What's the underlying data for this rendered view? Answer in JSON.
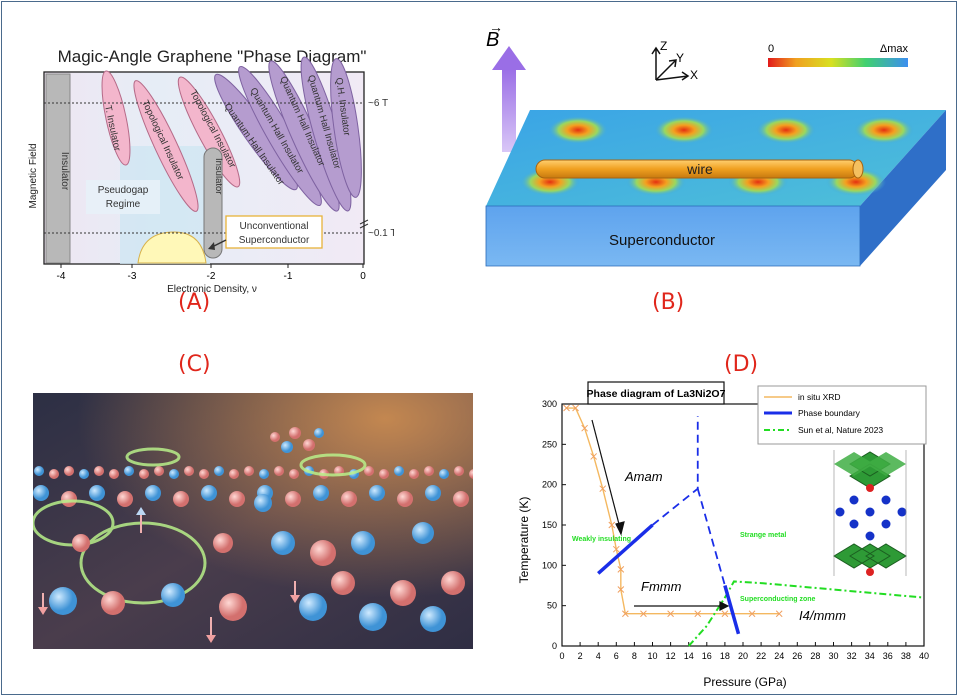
{
  "panel_a": {
    "caption": "(A)",
    "title": "Magic-Angle Graphene \"Phase Diagram\"",
    "ylabel": "Magnetic Field",
    "xlabel": "Electronic Density, ν",
    "xticks": [
      "-4",
      "-3",
      "-2",
      "-1",
      "0"
    ],
    "right_ticks": [
      "~6 T",
      "~0.1 T"
    ],
    "regions": {
      "insulator_left": "Insulator",
      "t_insulator": "T. Insulator",
      "topo1": "Topological Insulator",
      "topo2": "Topological Insulator",
      "qh1": "Quantum Hall Insulator",
      "qh2": "Quantum Hall Insulator",
      "qh3": "Quantum Hall Insulator",
      "qh4": "Quantum Hall Insulator",
      "qh5": "Q.H. Insulator",
      "insulator_mid": "Insulator",
      "pseudogap": [
        "Pseudogap",
        "Regime"
      ],
      "unconventional": [
        "Unconventional",
        "Superconductor"
      ]
    }
  },
  "panel_b": {
    "caption": "(B)",
    "field_label": "B",
    "axes": {
      "z": "Z",
      "y": "Y",
      "x": "X"
    },
    "colorbar_min": "0",
    "colorbar_max": "Δmax",
    "wire_label": "wire",
    "substrate_label": "Superconductor"
  },
  "panel_c": {
    "caption": "(C)"
  },
  "panel_d": {
    "caption": "(D)",
    "title": "Phase diagram of La3Ni2O7",
    "ylabel": "Temperature (K)",
    "xlabel": "Pressure (GPa)",
    "legend": [
      "in situ XRD",
      "Phase boundary",
      "Sun et al, Nature 2023"
    ],
    "phases": {
      "amam": "Amam",
      "fmmm": "Fmmm",
      "i4mmm": "I4/mmm",
      "weakly_insulating": "Weakly insulating",
      "strange_metal": "Strange metal",
      "superconducting_zone": "Superconducting zone"
    },
    "chart_data": {
      "type": "line",
      "xlim": [
        0,
        40
      ],
      "ylim": [
        0,
        300
      ],
      "xticks": [
        0,
        2,
        4,
        6,
        8,
        10,
        12,
        14,
        16,
        18,
        20,
        22,
        24,
        26,
        28,
        30,
        32,
        34,
        36,
        38,
        40
      ],
      "yticks": [
        0,
        50,
        100,
        150,
        200,
        250,
        300
      ],
      "series": [
        {
          "name": "in situ XRD",
          "color": "#f4b860",
          "x": [
            0.5,
            1.5,
            2.5,
            3.5,
            4.5,
            5.5,
            6.0,
            6.5,
            6.5,
            7.0,
            9,
            12,
            15,
            18,
            21,
            24
          ],
          "y": [
            295,
            295,
            270,
            235,
            195,
            150,
            120,
            95,
            70,
            40,
            40,
            40,
            40,
            40,
            40,
            40
          ]
        },
        {
          "name": "Phase boundary",
          "color": "#1a2ee8",
          "segments_solid": [
            [
              [
                4,
                90
              ],
              [
                10,
                150
              ]
            ],
            [
              [
                18,
                75
              ],
              [
                19.5,
                15
              ]
            ]
          ],
          "segments_dashed": [
            [
              [
                10,
                150
              ],
              [
                15,
                195
              ],
              [
                15,
                285
              ]
            ],
            [
              [
                15,
                195
              ],
              [
                18,
                75
              ]
            ]
          ]
        },
        {
          "name": "Sun et al, Nature 2023",
          "color": "#22dd22",
          "x": [
            14,
            16,
            18,
            19,
            22,
            28,
            34,
            40
          ],
          "y": [
            0,
            25,
            60,
            80,
            78,
            72,
            66,
            60
          ]
        }
      ]
    }
  }
}
